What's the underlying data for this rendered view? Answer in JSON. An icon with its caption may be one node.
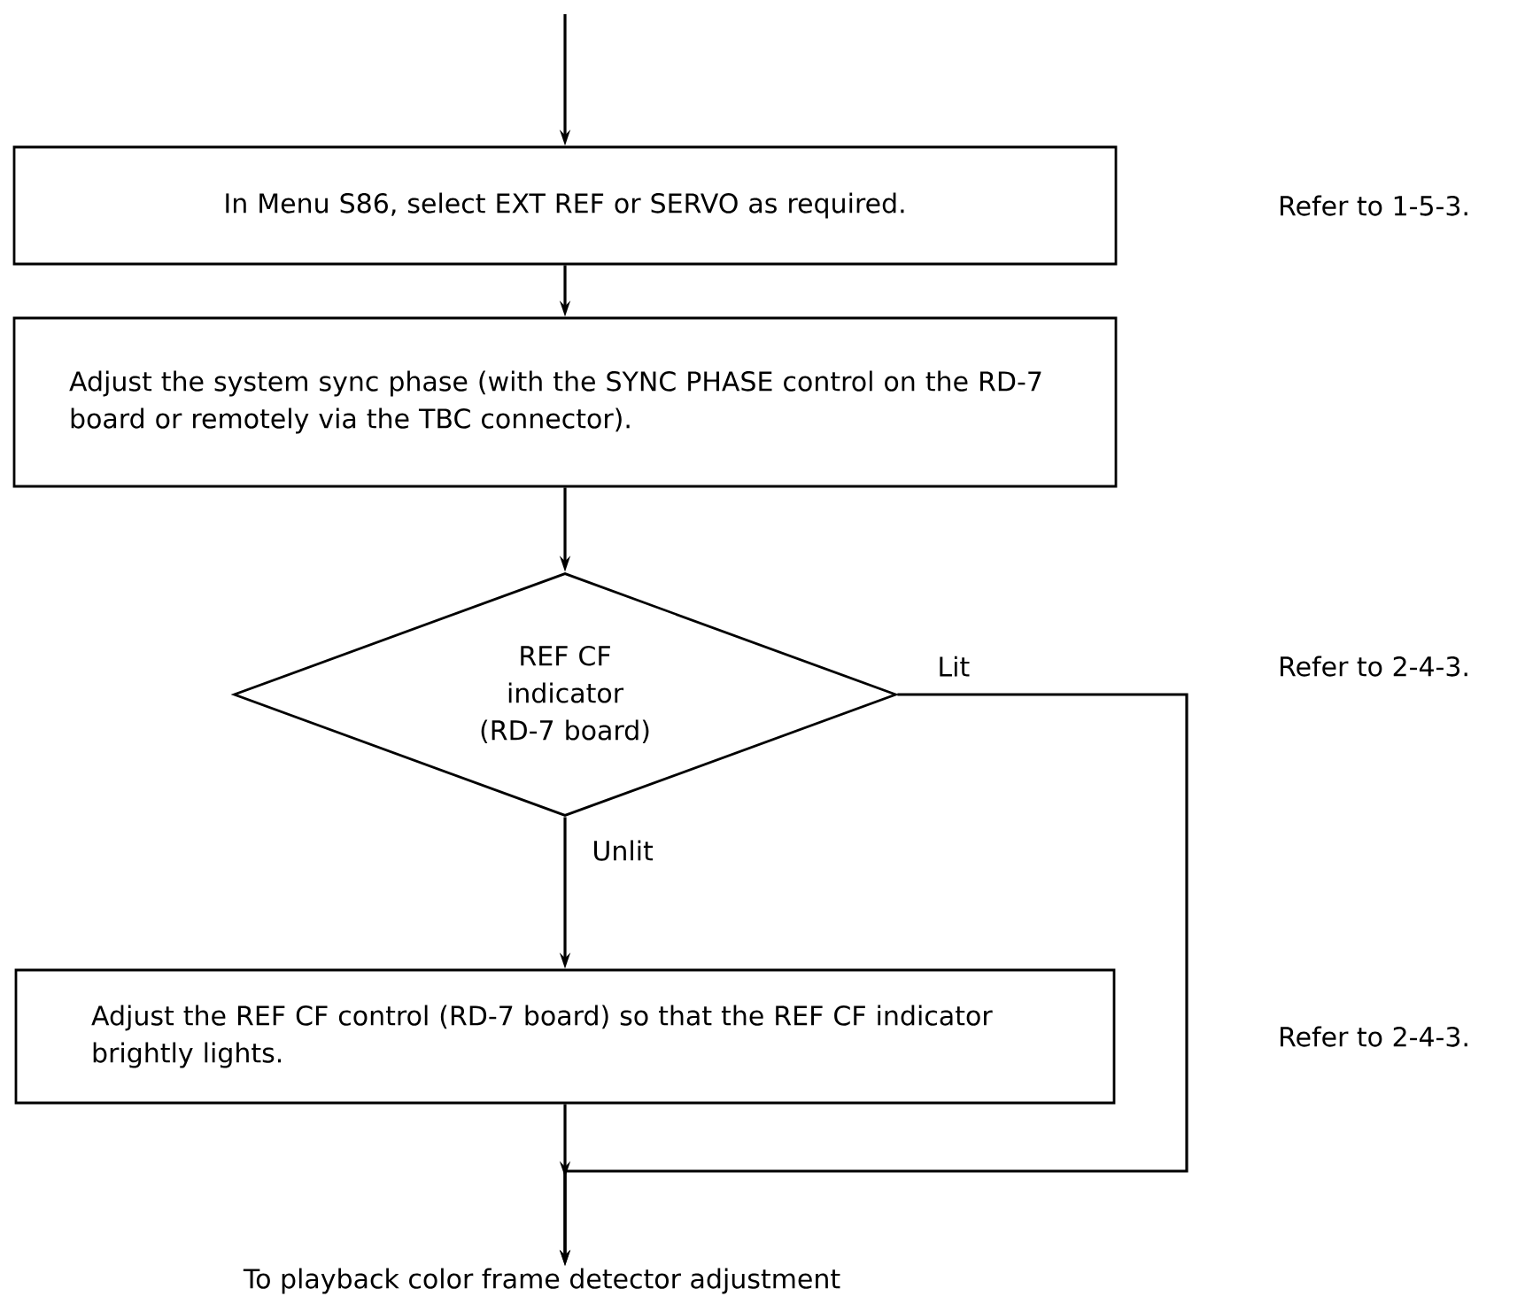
{
  "diagram": {
    "nodes": [
      {
        "text": [
          "In Menu S86, select EXT REF or SERVO as required."
        ]
      },
      {
        "text": [
          "Adjust the system sync phase (with the SYNC PHASE control on the RD-7 board or remotely via the TBC connector)."
        ]
      },
      {
        "text": [
          "REF CF indicator (RD-7 board)"
        ]
      },
      {
        "text": [
          "Adjust the REF CF control (RD-7 board) so that the REF CF indicator brightly lights."
        ]
      },
      {
        "text": [
          "To playback color frame detector adjustment"
        ]
      }
    ],
    "edges": [
      {
        "from": null,
        "to": 0,
        "arrow": "to"
      },
      {
        "from": 0,
        "to": 1,
        "arrow": "to"
      },
      {
        "from": 1,
        "to": 2,
        "arrow": "to"
      },
      {
        "from": 2,
        "to": 3,
        "arrow": "to",
        "label": "Unlit"
      },
      {
        "from": 3,
        "to": 4,
        "arrow": "to"
      },
      {
        "from": 2,
        "to": 4,
        "arrow": "to",
        "label": "Lit"
      }
    ],
    "labels": [
      "Refer to 1-5-3.",
      "Refer to 2-4-3.",
      "Refer to 2-4-3."
    ]
  }
}
